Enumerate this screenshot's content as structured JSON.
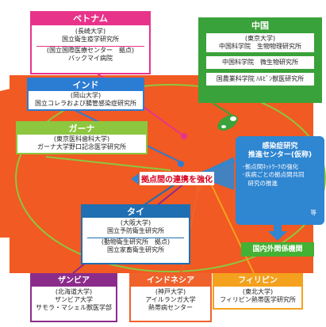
{
  "colors": {
    "map_orange": "#f15a22",
    "vietnam": "#e8338a",
    "china": "#3aa23a",
    "india": "#2b7cd3",
    "ghana": "#8dc63f",
    "thailand": "#1f6fb2",
    "zambia": "#8b2c8b",
    "indonesia": "#f0622c",
    "philippines": "#f4a11d",
    "center": "#2f86d1",
    "link_text": "#d7001d",
    "intl": "#44b034"
  },
  "vietnam": {
    "header": "ベトナム",
    "lines": [
      "(長崎大学)",
      "国立衛生疫学研究所"
    ],
    "sub": [
      "(国立国際医療センター　拠点)",
      "バックマイ病院"
    ]
  },
  "china": {
    "header": "中国",
    "lines": [
      "(東京大学)",
      "中国科学院　生物物理研究所"
    ],
    "sub1": "中国科学院　微生物研究所",
    "sub2": "国農業科学院 ﾊﾙﾋﾞﾝ獣医研究所"
  },
  "india": {
    "header": "インド",
    "lines": [
      "(岡山大学)",
      "国立コレラおよび腸管感染症研究所"
    ]
  },
  "ghana": {
    "header": "ガーナ",
    "lines": [
      "(東京医科歯科大学)",
      "ガーナ大学野口記念医学研究所"
    ]
  },
  "thailand": {
    "header": "タイ",
    "lines": [
      "(大阪大学)",
      "国立予防衛生研究所"
    ],
    "sub": [
      "(動物衛生研究所　拠点)",
      "国立家畜衛生研究所"
    ]
  },
  "zambia": {
    "header": "ザンビア",
    "lines": [
      "(北海道大学)",
      "ザンビア大学",
      "サモラ・マシェル獣医学部"
    ]
  },
  "indonesia": {
    "header": "インドネシア",
    "lines": [
      "(神戸大学)",
      "アイルランガ大学",
      "熱帯病センター"
    ]
  },
  "philippines": {
    "header": "フィリピン",
    "lines": [
      "(東北大学)",
      "フィリピン熱帯医学研究所"
    ]
  },
  "center": {
    "title1": "感染症研究",
    "title2": "推進センター(仮称)",
    "items": [
      "･拠点間ﾈｯﾄﾜｰｸの強化",
      "･疾病ごとの拠点間共同",
      "　研究の推進"
    ],
    "etc": "等"
  },
  "link_label": "拠点間の連携を強化",
  "intl_label": "国内外関係機関"
}
